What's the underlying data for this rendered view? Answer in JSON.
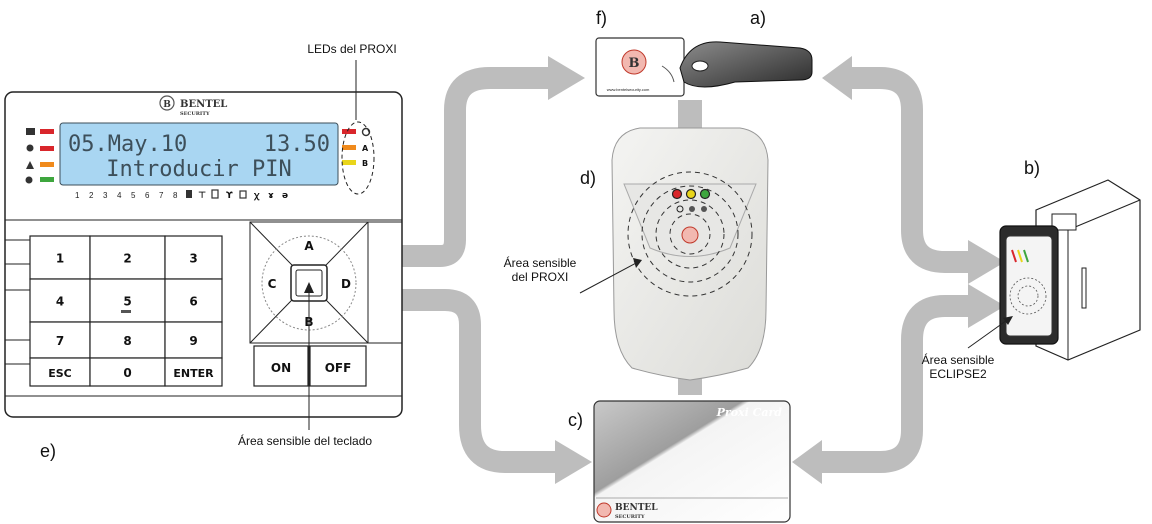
{
  "labels": {
    "a": "a)",
    "b": "b)",
    "c": "c)",
    "d": "d)",
    "e": "e)",
    "f": "f)",
    "leds_proxi": "LEDs del PROXI",
    "area_proxi_1": "Área sensible",
    "area_proxi_2": "del PROXI",
    "area_eclipse_1": "Área sensible",
    "area_eclipse_2": "ECLIPSE2",
    "area_keypad": "Área sensible del teclado"
  },
  "keypad": {
    "brand": "BENTEL",
    "brand_sub": "SECURITY",
    "lcd_line1_left": "05.May.10",
    "lcd_line1_right": "13.50",
    "lcd_line2": "Introducir PIN",
    "zones": [
      "1",
      "2",
      "3",
      "4",
      "5",
      "6",
      "7",
      "8"
    ],
    "keys": [
      "1",
      "2",
      "3",
      "4",
      "5",
      "6",
      "7",
      "8",
      "9",
      "ESC",
      "0",
      "ENTER"
    ],
    "nav": {
      "up": "A",
      "down": "B",
      "left": "C",
      "right": "D"
    },
    "on": "ON",
    "off": "OFF",
    "led_right_labels": [
      "A",
      "B"
    ]
  },
  "card": {
    "title": "Proxi Card",
    "brand": "BENTEL",
    "brand_sub": "SECURITY"
  },
  "tag_card": {
    "url": "www.bentelsecurity.com"
  },
  "colors": {
    "arrow": "#bdbdbd",
    "led_red": "#d9262b",
    "led_orange": "#f08a1c",
    "led_yellow": "#e9d51a",
    "led_green": "#3ea63e",
    "lcd_bg": "#a9d6f2"
  }
}
